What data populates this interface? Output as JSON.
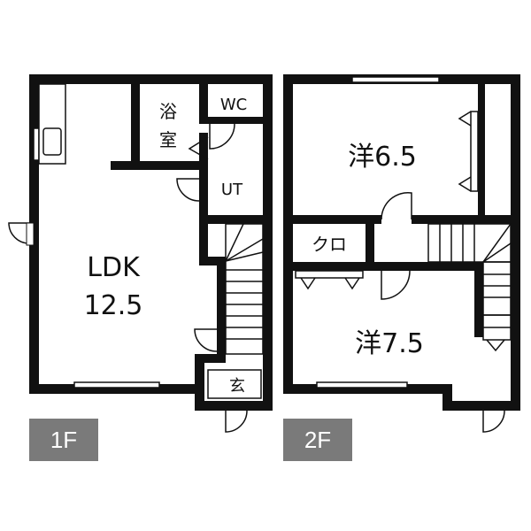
{
  "floors": [
    {
      "tag": "1F",
      "rooms": {
        "ldk_name": "LDK",
        "ldk_size": "12.5",
        "bath_1": "浴",
        "bath_2": "室",
        "wc": "WC",
        "ut": "UT",
        "entrance": "玄"
      }
    },
    {
      "tag": "2F",
      "rooms": {
        "bedroom_a": "洋6.5",
        "bedroom_b": "洋7.5",
        "closet": "クロ"
      }
    }
  ],
  "colors": {
    "wall": "#111111",
    "window": "#ffffff",
    "tag_bg": "#7a7a7a",
    "tag_text": "#ffffff"
  }
}
